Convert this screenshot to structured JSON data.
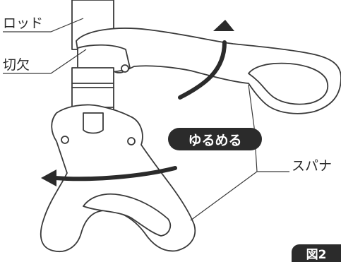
{
  "labels": {
    "rod": "ロッド",
    "notch": "切欠",
    "spanner": "スパナ",
    "loosen": "ゆるめる",
    "figure": "図2"
  },
  "colors": {
    "outline": "#3a3a3a",
    "arrow": "#2b2b2b",
    "fill": "#ffffff"
  }
}
